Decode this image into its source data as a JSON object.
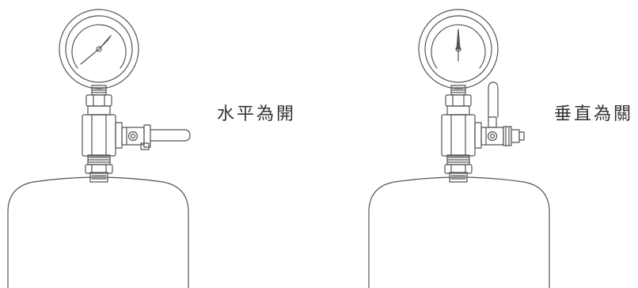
{
  "labels": {
    "open": "水平為開",
    "closed": "垂直為關"
  },
  "colors": {
    "stroke": "#555555",
    "text": "#333333",
    "background": "#ffffff"
  },
  "valves": [
    {
      "state": "open",
      "handle": "horizontal"
    },
    {
      "state": "closed",
      "handle": "vertical"
    }
  ]
}
